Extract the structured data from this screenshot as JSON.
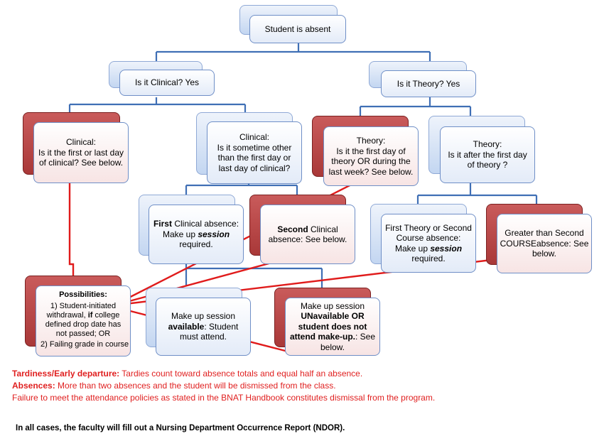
{
  "nodes": {
    "absent": "Student is absent",
    "clinical_yes": "Is it Clinical?  Yes",
    "theory_yes": "Is it Theory? Yes",
    "clinical_first_last": {
      "l1": "Clinical:",
      "l2": "Is it the first or last day",
      "l3": "of clinical? See below."
    },
    "clinical_other": {
      "l1": "Clinical:",
      "l2": "Is it sometime other",
      "l3": "than the first day or",
      "l4": "last day of clinical?"
    },
    "theory_first_last": {
      "l1": "Theory:",
      "l2": "Is it the first day of",
      "l3": "theory OR during the",
      "l4": "last week? See below."
    },
    "theory_after": {
      "l1": "Theory:",
      "l2": "Is it after the first day",
      "l3": "of theory ?"
    },
    "first_clinical": {
      "bold": "First",
      "rest": " Clinical absence:",
      "l2a": "Make up ",
      "l2b": "session",
      "l3": "required."
    },
    "second_clinical": {
      "bold": "Second",
      "rest": " Clinical",
      "l2": "absence:  See below."
    },
    "first_theory": {
      "l1": "First Theory or Second",
      "l2": "Course absence:",
      "l3a": "Make up ",
      "l3b": "session",
      "l4": "required."
    },
    "greater_second": {
      "l1": "Greater than Second",
      "l2": "COURSEabsence:  See",
      "l3": "below."
    },
    "makeup_available": {
      "l1": "Make up session",
      "l2a": "available",
      "l2b": ":  Student",
      "l3": "must attend."
    },
    "makeup_unavailable": {
      "l1": "Make up session",
      "l2": "UNavailable OR",
      "l3": "student does not",
      "l4a": "attend make-up.",
      "l4b": ": See",
      "l5": "below."
    },
    "possibilities": {
      "title": "Possibilities:",
      "l1": "1) Student-initiated",
      "l2a": "withdrawal, ",
      "l2b": "if",
      "l2c": " college",
      "l3": "defined drop date has",
      "l4": "not passed; OR",
      "l5": "2) Failing grade in course"
    }
  },
  "notes": {
    "tardiness_label": "Tardiness/Early departure:",
    "tardiness_text": "  Tardies count toward absence totals and equal half an absence.",
    "absences_label": "Absences:",
    "absences_text": " More than two absences and the student will be dismissed from the class.",
    "failure_text": "Failure to meet the attendance policies as stated in the BNAT Handbook constitutes dismissal from the program."
  },
  "footer": "In all cases, the faculty will fill out a Nursing Department Occurrence Report (NDOR).",
  "colors": {
    "connector": "#3f6fb5",
    "arrow": "#e01b1b",
    "accent_red": "#b03c3c"
  }
}
